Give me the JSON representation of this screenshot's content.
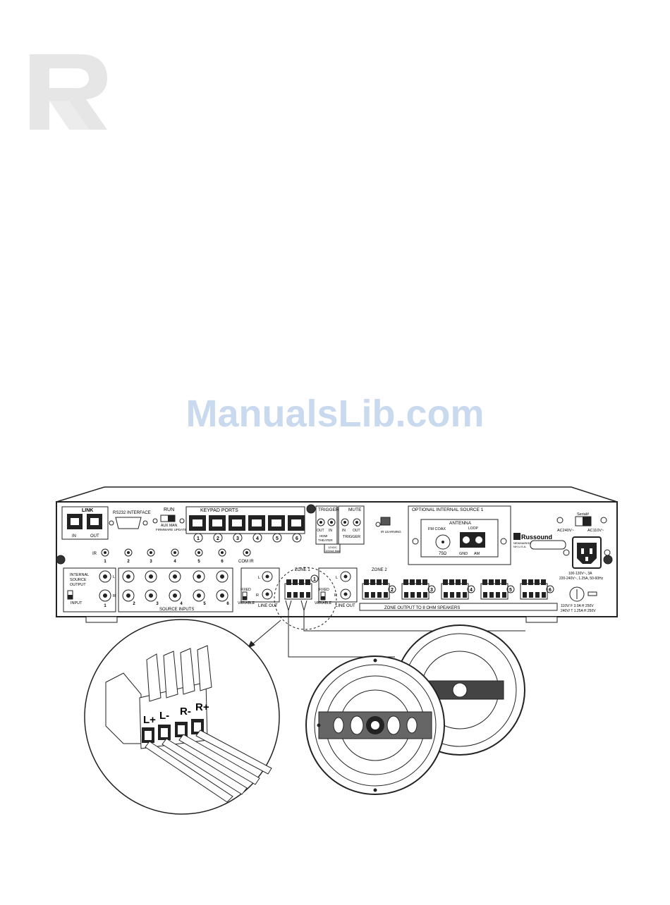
{
  "watermark": "ManualsLib.com",
  "panel": {
    "net_link": "LINK",
    "net_in": "IN",
    "net_out": "OUT",
    "rs232": "RS232 INTERFACE",
    "run": "RUN",
    "run_aux": "AUX",
    "run_man": "MAN",
    "firmware": "FIRMWARE UPDATE",
    "keypad_ports": "KEYPAD PORTS",
    "keypad_numbers": [
      "1",
      "2",
      "3",
      "4",
      "5",
      "6"
    ],
    "trigger": "TRIGGER",
    "trigger_out": "OUT",
    "trigger_in": "IN",
    "hdmi": "HDMI",
    "theater": "THEATER",
    "volt": "12VDC",
    "max": "100mA Max",
    "mute": "MUTE",
    "mute_in": "IN",
    "mute_out": "OUT",
    "mute_trigger": "TRIGGER",
    "ir_learning": "IR LEARNING",
    "optional_source": "OPTIONAL INTERNAL SOURCE 1",
    "antenna": "ANTENNA",
    "fm_coax": "FM COAX",
    "loop": "LOOP",
    "ohm75": "75Ω",
    "gnd": "GND",
    "am": "AM",
    "brand": "Russound",
    "brand_sub1": "NEWMARKET",
    "brand_sub2": "NH U.S.A.",
    "serial": "Serial#",
    "ac240": "AC240V~",
    "ac110": "AC110V~",
    "power_rating1": "100-130V~, 3A",
    "power_rating2": "220-240V~, 1.25A, 50-60Hz",
    "fuse1": "110V/ F 3.0A H 250V",
    "fuse2": "240V/ T 1.25A H 250V",
    "ir_label": "IR",
    "ir_numbers": [
      "1",
      "2",
      "3",
      "4",
      "5",
      "6"
    ],
    "com_ir": "COM IR",
    "internal_source_output": [
      "INTERNAL",
      "SOURCE",
      "OUTPUT"
    ],
    "input": "INPUT",
    "source_inputs": "SOURCE INPUTS",
    "source_numbers": [
      "1",
      "2",
      "3",
      "4",
      "5",
      "6"
    ],
    "l": "L",
    "r": "R",
    "zone1": "ZONE 1",
    "zone2": "ZONE 2",
    "fixed": "FIXED",
    "variable": "VARIABLE",
    "line_out": "LINE OUT",
    "zone_output": "ZONE OUTPUT TO 8 OHM SPEAKERS",
    "zone_numbers": [
      "1",
      "2",
      "3",
      "4",
      "5",
      "6"
    ],
    "terminal_labels": [
      "L+",
      "L-",
      "R-",
      "R+"
    ]
  }
}
